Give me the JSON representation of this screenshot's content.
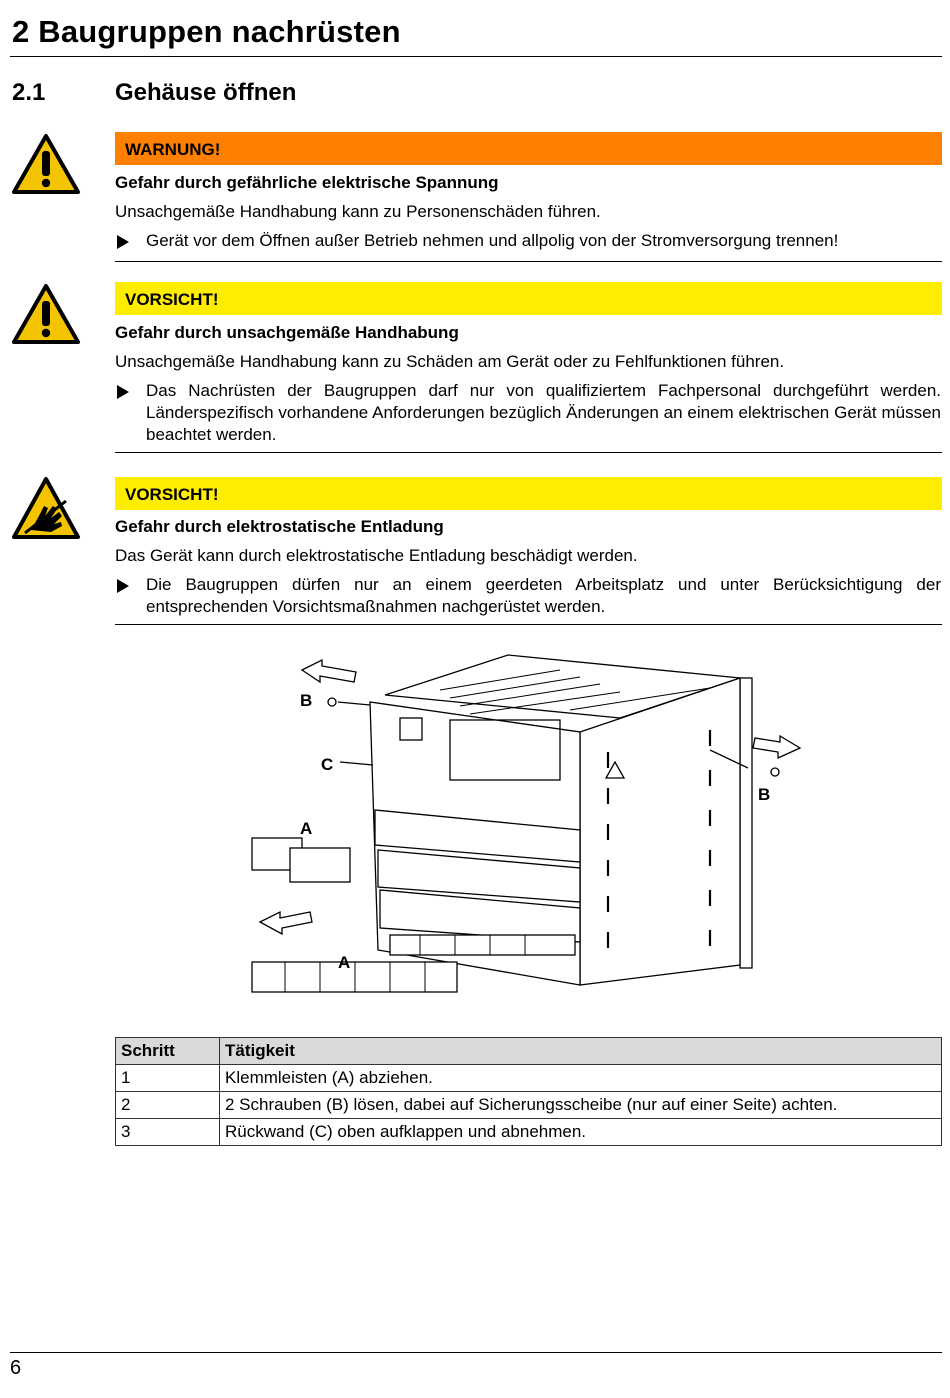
{
  "chapter": {
    "title": "2 Baugruppen nachrüsten"
  },
  "section": {
    "number": "2.1",
    "title": "Gehäuse öffnen"
  },
  "notices": [
    {
      "signal_word": "WARNUNG!",
      "color": "#ff7f00",
      "icon": "warning-triangle-icon",
      "heading": "Gefahr durch gefährliche elektrische Spannung",
      "text": "Unsachgemäße Handhabung kann zu Personenschäden führen.",
      "instruction": "Gerät vor dem Öffnen außer Betrieb nehmen und allpolig von der Stromversorgung trennen!"
    },
    {
      "signal_word": "VORSICHT!",
      "color": "#ffed00",
      "icon": "warning-triangle-icon",
      "heading": "Gefahr durch unsachgemäße Handhabung",
      "text": "Unsachgemäße Handhabung kann zu Schäden am Gerät oder zu Fehlfunktionen führen.",
      "instruction": "Das Nachrüsten der Baugruppen darf nur von qualifiziertem Fachpersonal durchgeführt werden. Länderspezifisch vorhandene Anforderungen bezüglich Änderungen an einem elektrischen Gerät müssen beachtet werden."
    },
    {
      "signal_word": "VORSICHT!",
      "color": "#ffed00",
      "icon": "esd-hand-icon",
      "heading": "Gefahr durch elektrostatische Entladung",
      "text": "Das Gerät kann durch elektrostatische Entladung beschädigt werden.",
      "instruction": "Die Baugruppen dürfen nur an einem geerdeten Arbeitsplatz und unter Berücksichtigung der entsprechenden Vorsichtsmaßnahmen nachgerüstet werden."
    }
  ],
  "figure": {
    "labels": {
      "a1": "A",
      "a2": "A",
      "b1": "B",
      "b2": "B",
      "c": "C"
    }
  },
  "steps_table": {
    "headers": [
      "Schritt",
      "Tätigkeit"
    ],
    "rows": [
      [
        "1",
        "Klemmleisten (A) abziehen."
      ],
      [
        "2",
        "2 Schrauben (B) lösen, dabei auf Sicherungsscheibe (nur auf einer Seite) achten."
      ],
      [
        "3",
        "Rückwand (C) oben aufklappen und abnehmen."
      ]
    ]
  },
  "footer": {
    "page_number": "6"
  }
}
